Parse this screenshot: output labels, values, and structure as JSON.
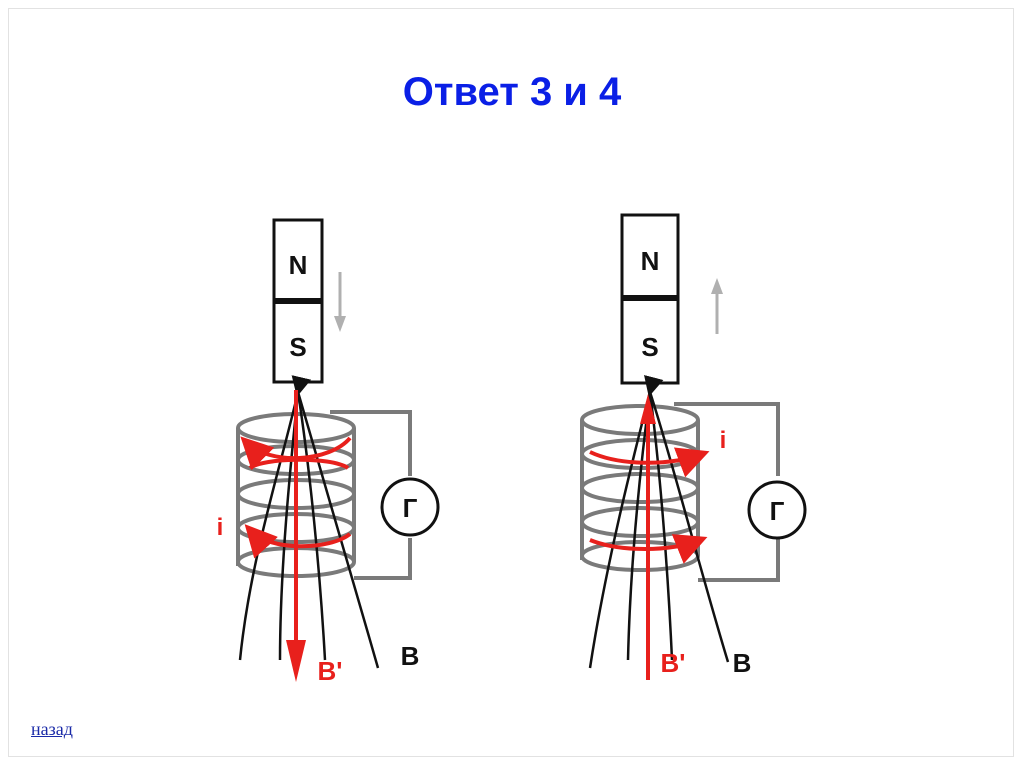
{
  "title": "Ответ 3 и 4",
  "left_figure": {
    "magnet_top": "N",
    "magnet_bottom": "S",
    "galvanometer": "Г",
    "current_label": "i",
    "induced_field_label": "B'",
    "field_label": "B"
  },
  "right_figure": {
    "magnet_top": "N",
    "magnet_bottom": "S",
    "galvanometer": "Г",
    "current_label": "i",
    "induced_field_label": "B'",
    "field_label": "B"
  },
  "nav": {
    "back_label": "назад"
  },
  "colors": {
    "title": "#0a1fe6",
    "induced": "#e8201c",
    "coil": "#7a7a7a"
  }
}
